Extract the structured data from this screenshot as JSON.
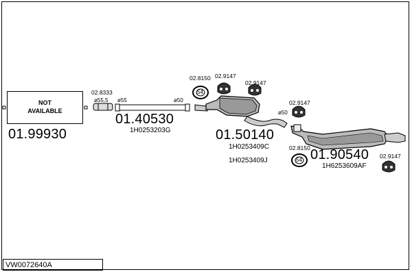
{
  "diagram": {
    "not_available": {
      "line1": "NOT",
      "line2": "AVAILABLE"
    },
    "parts": [
      {
        "number": "01.99930"
      },
      {
        "number": "01.40530",
        "oe": "1H0253203G"
      },
      {
        "number": "01.50140",
        "oe1": "1H0253409C",
        "oe2": "1H0253409J"
      },
      {
        "number": "01.90540",
        "oe": "1H6253609AF"
      }
    ],
    "accessories": {
      "clamp_a": "02.8333",
      "ring_a": "02.8150",
      "hanger_a": "02.9147",
      "hanger_b": "02.9147",
      "hanger_c": "02.9147",
      "ring_b": "02.8150",
      "hanger_d": "02.9147"
    },
    "diameters": {
      "d155": "ø55,5",
      "d55": "ø55",
      "d50a": "ø50",
      "d50b": "ø50"
    },
    "ring_label": "54",
    "reference": "VW0072640A"
  }
}
